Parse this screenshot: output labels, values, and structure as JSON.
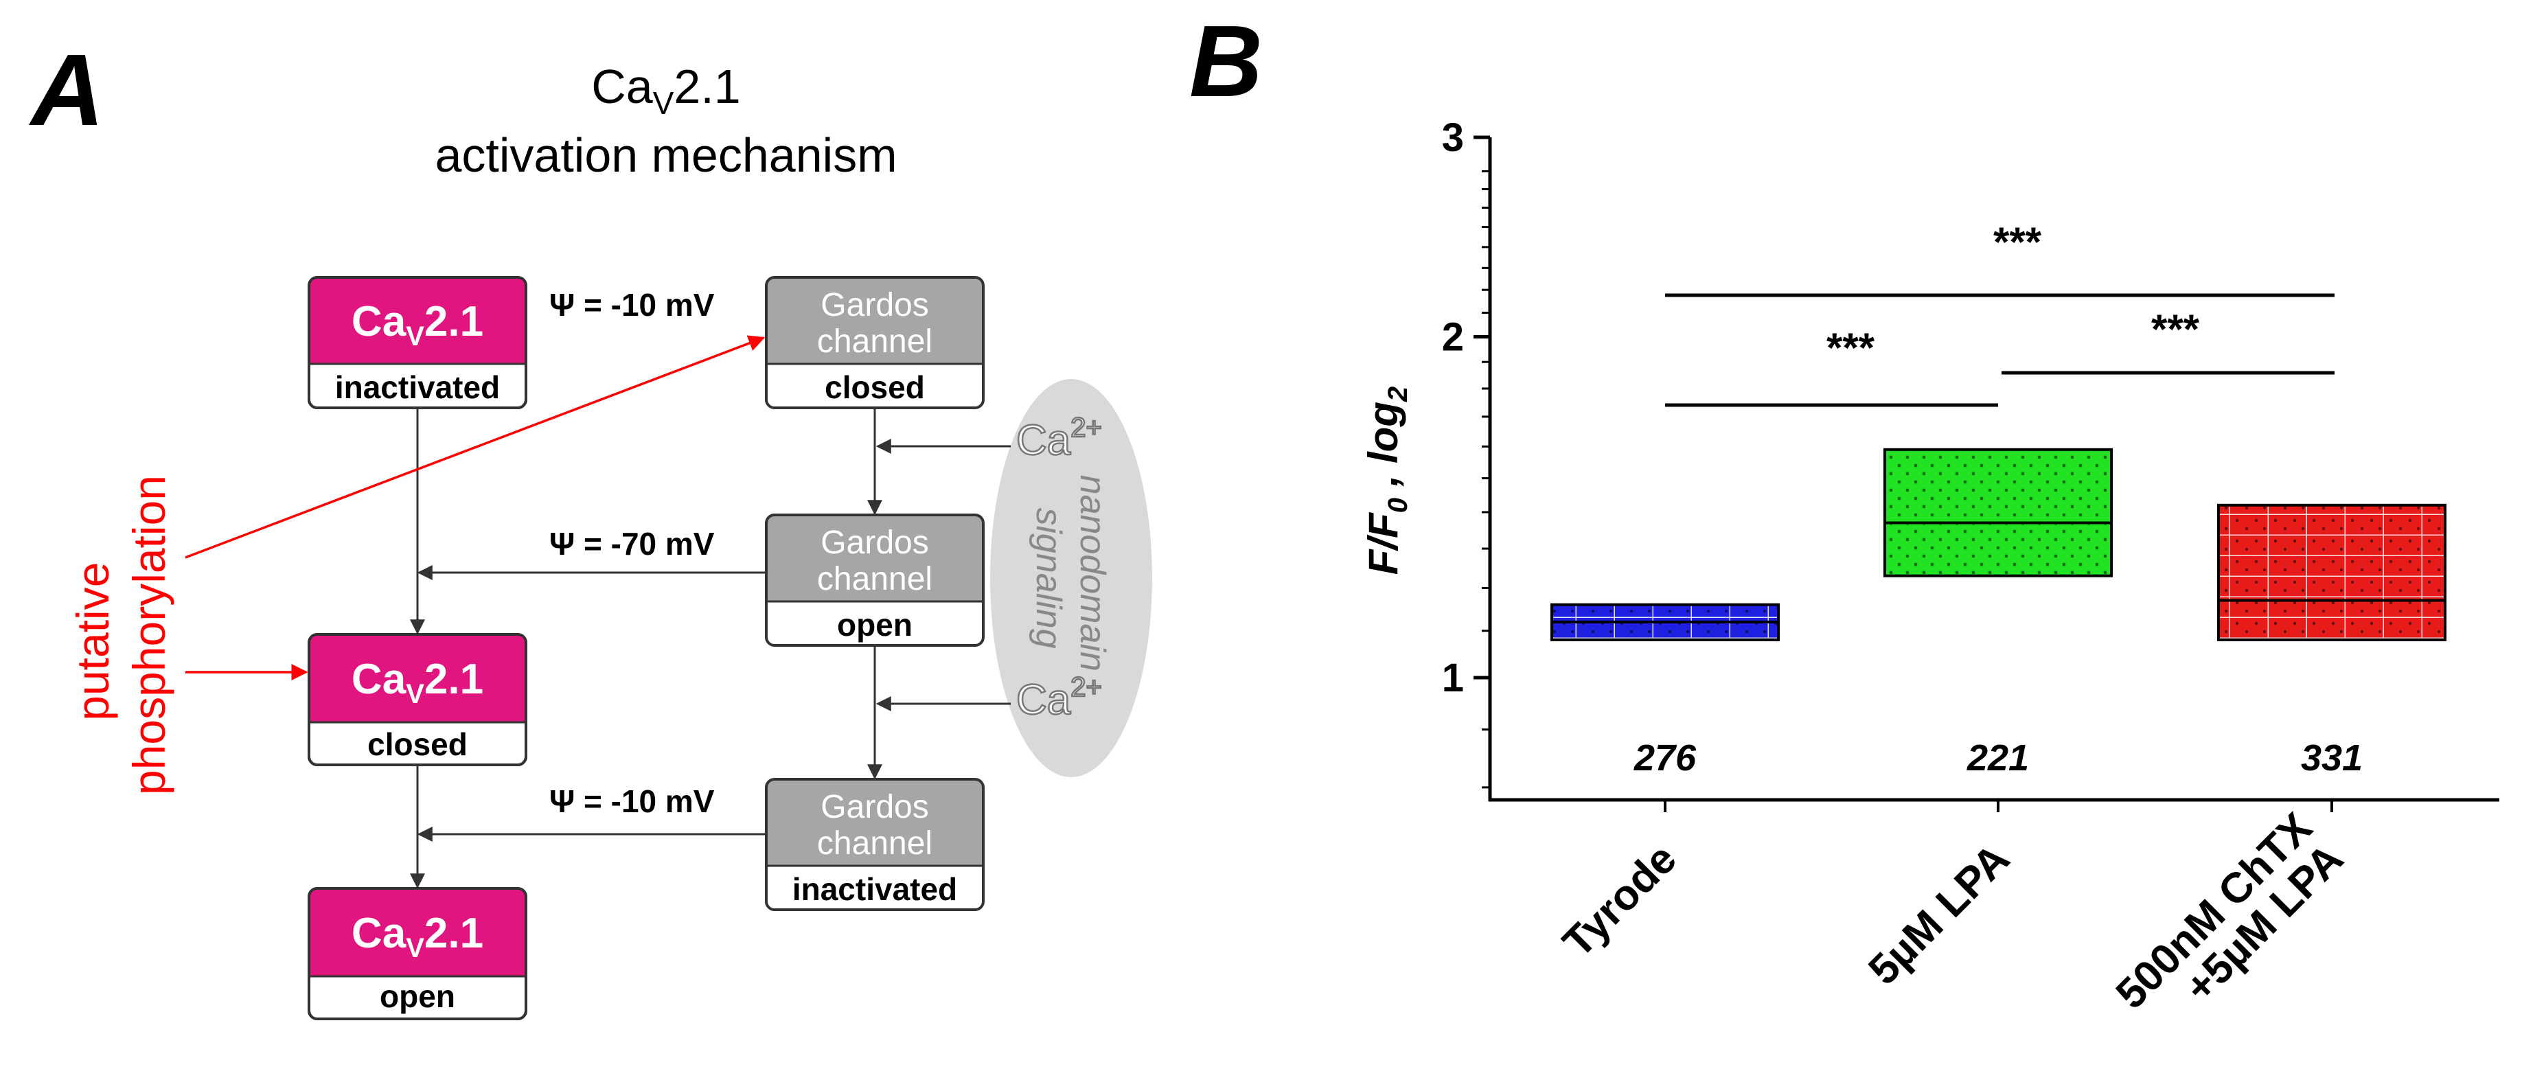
{
  "panel_a": {
    "letter": "A",
    "title_line1_main": "Ca",
    "title_line1_sub": "V",
    "title_line1_rest": "2.1",
    "title_line2": "activation mechanism",
    "cav_boxes": [
      {
        "main": "Ca",
        "sub": "V",
        "rest": "2.1",
        "state": "inactivated"
      },
      {
        "main": "Ca",
        "sub": "V",
        "rest": "2.1",
        "state": "closed"
      },
      {
        "main": "Ca",
        "sub": "V",
        "rest": "2.1",
        "state": "open"
      }
    ],
    "gardos_boxes": [
      {
        "line1": "Gardos",
        "line2": "channel",
        "state": "closed"
      },
      {
        "line1": "Gardos",
        "line2": "channel",
        "state": "open"
      },
      {
        "line1": "Gardos",
        "line2": "channel",
        "state": "inactivated"
      }
    ],
    "potentials": [
      "Ψ = -10 mV",
      "Ψ = -70 mV",
      "Ψ = -10 mV"
    ],
    "ca_ion_main": "Ca",
    "ca_ion_sup": "2+",
    "nanodomain_line1": "nanodomain",
    "nanodomain_line2": "signaling",
    "putative_line1": "putative",
    "putative_line2": "phosphorylation",
    "colors": {
      "cav_magenta": "#E0157F",
      "gardos_gray": "#A6A6A6",
      "ellipse_gray": "#D9D9D9",
      "phospho_red": "#FF0000",
      "arrow_dark": "#333333"
    }
  },
  "panel_b": {
    "letter": "B",
    "significance": [
      "***",
      "***",
      "***"
    ],
    "chart_data": {
      "type": "box",
      "ylabel_main": "F/F",
      "ylabel_sub": "0",
      "ylabel_rest": " , log",
      "ylabel_sub2": "2",
      "y_scale": "log2",
      "ylim": [
        0.78,
        3.0
      ],
      "yticks": [
        1,
        2,
        3
      ],
      "ytick_labels": [
        "1",
        "2",
        "3"
      ],
      "categories": [
        "Tyrode",
        "5µM  LPA",
        "500nM ChTX\n+5µM LPA"
      ],
      "category_lines": [
        [
          "Tyrode"
        ],
        [
          "5µM  LPA"
        ],
        [
          "500nM ChTX",
          "+5µM LPA"
        ]
      ],
      "boxes": [
        {
          "q1": 1.08,
          "median": 1.12,
          "q3": 1.16,
          "n": "276",
          "color": "#1F1FE0"
        },
        {
          "q1": 1.23,
          "median": 1.37,
          "q3": 1.59,
          "n": "221",
          "color": "#22E022"
        },
        {
          "q1": 1.08,
          "median": 1.17,
          "q3": 1.42,
          "n": "331",
          "color": "#E81B1B"
        }
      ],
      "comparisons": [
        {
          "from": 0,
          "to": 2,
          "label": "***"
        },
        {
          "from": 0,
          "to": 1,
          "label": "***"
        },
        {
          "from": 1,
          "to": 2,
          "label": "***"
        }
      ]
    }
  }
}
